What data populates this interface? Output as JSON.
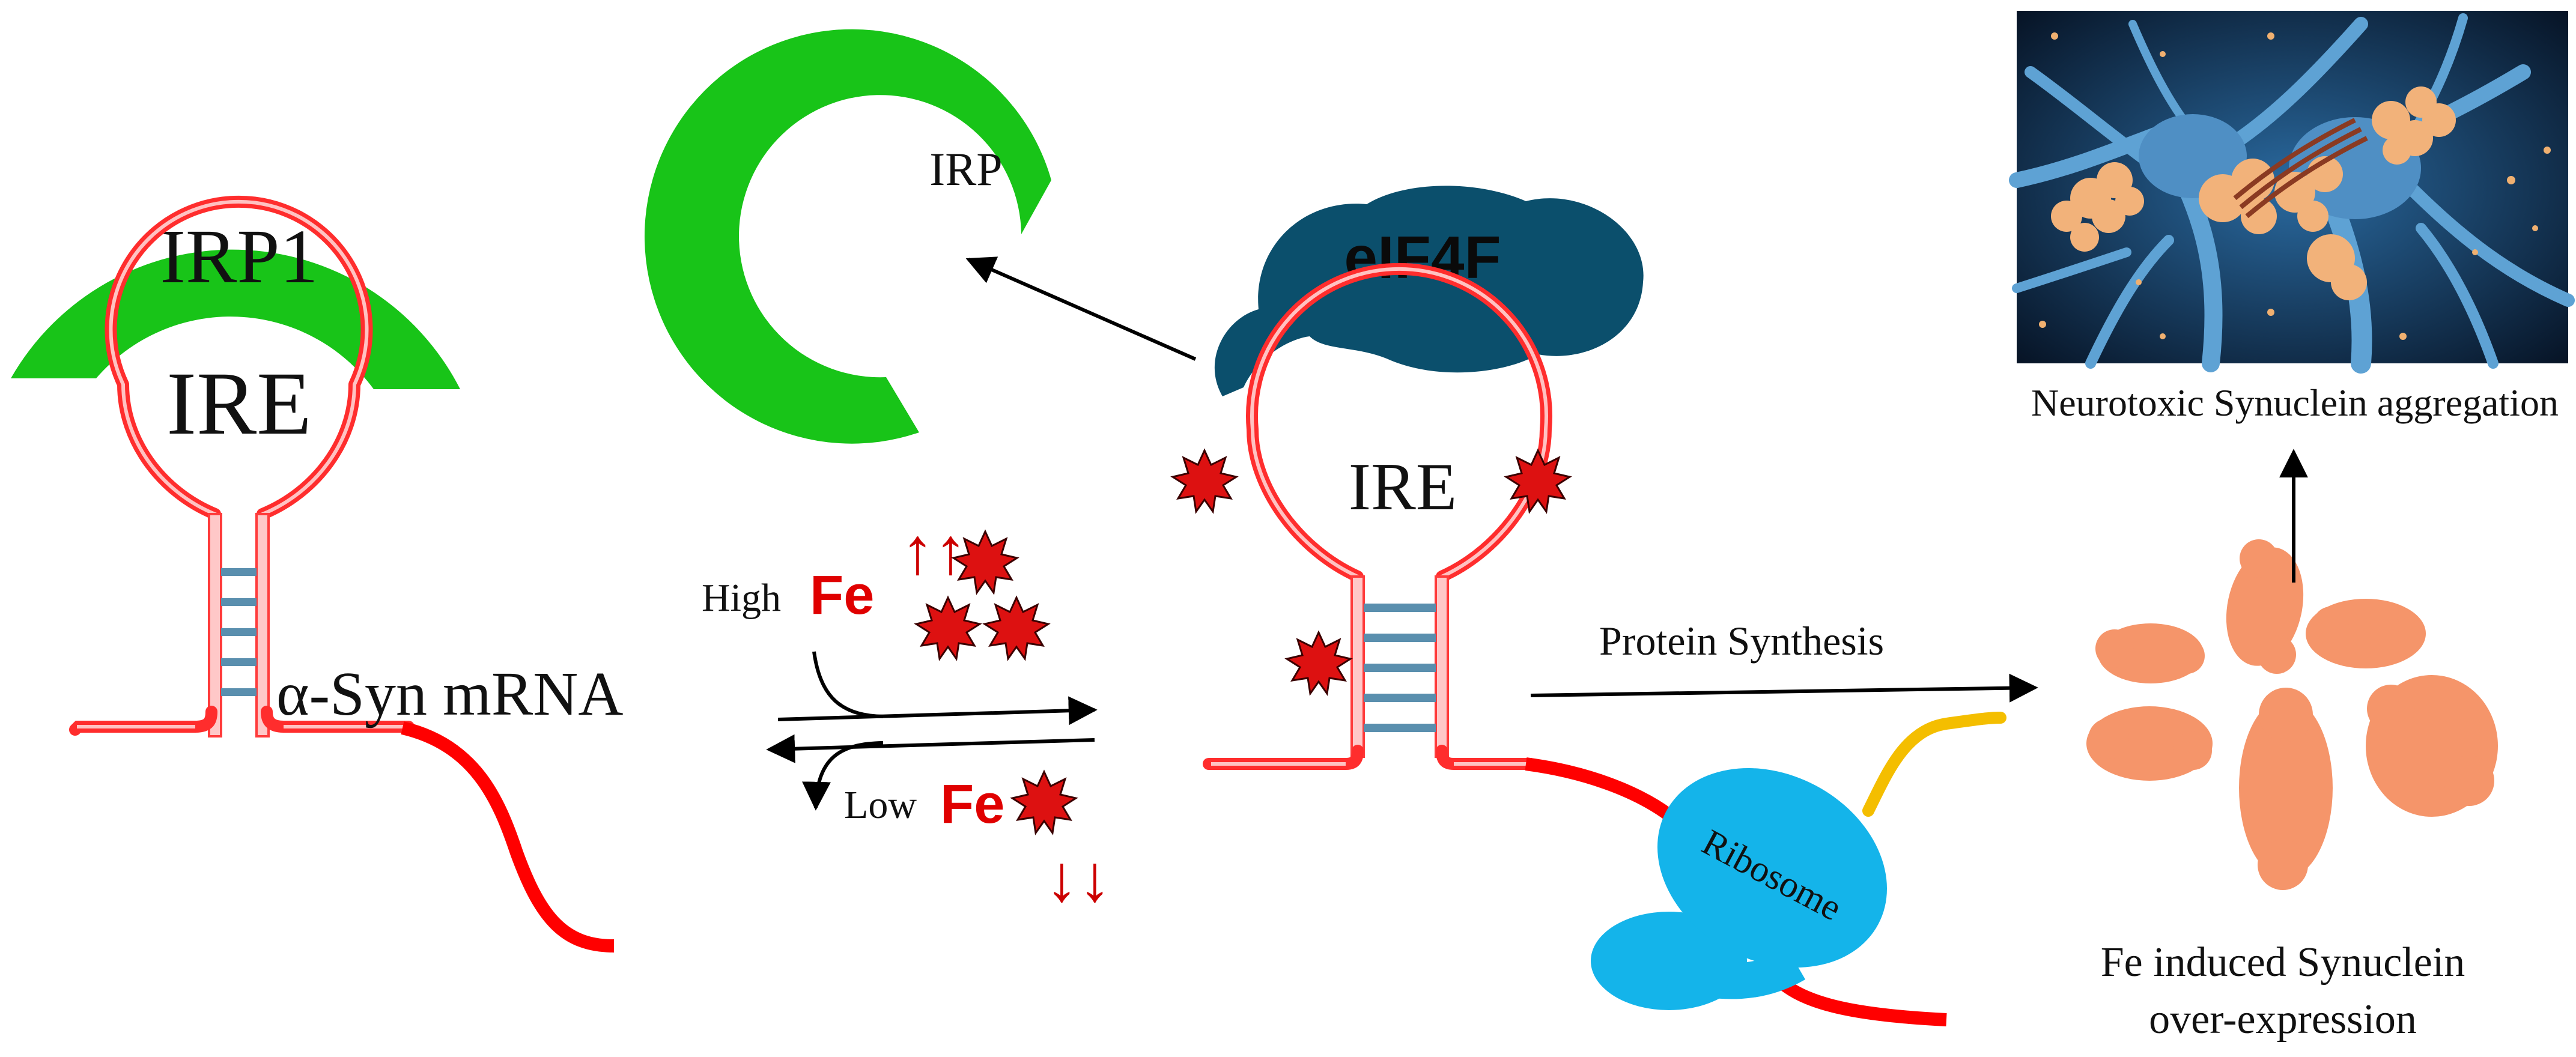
{
  "left_panel": {
    "irp1_label": "IRP1",
    "ire_label": "IRE",
    "mrna_label": "α-Syn mRNA"
  },
  "middle": {
    "irp_label": "IRP",
    "high_label": "High",
    "low_label": "Low",
    "fe_label": "Fe",
    "up_arrows": "↑↑",
    "down_arrows": "↓↓"
  },
  "center_panel": {
    "eif4f_label": "eIF4F",
    "ire_label": "IRE",
    "ribosome_label": "Ribosome"
  },
  "right": {
    "protein_synthesis_label": "Protein Synthesis",
    "aggregation_caption": "Neurotoxic Synuclein aggregation",
    "overexpression_line1": "Fe induced Synuclein",
    "overexpression_line2": "over-expression"
  },
  "colors": {
    "irp_green": "#18c418",
    "rna_red": "#ff0000",
    "rna_pink": "#f86a6a",
    "stem_blue": "#5a8fae",
    "eif4f_blue": "#0b4f6c",
    "ribosome_blue": "#14b4ea",
    "iron_red": "#dd1111",
    "synuclein_orange": "#f5956a",
    "peptide_yellow": "#f4be00"
  }
}
